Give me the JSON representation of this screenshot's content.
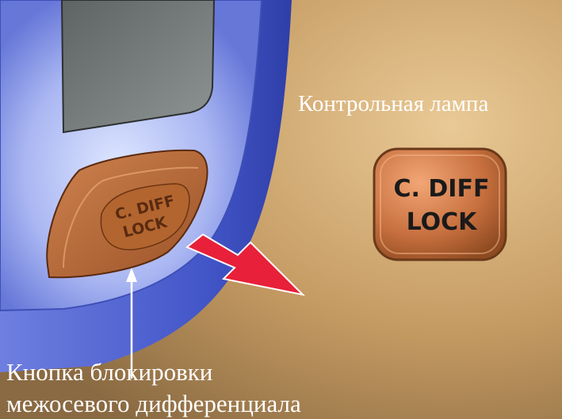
{
  "button": {
    "line1": "C. DIFF",
    "line2": "LOCK"
  },
  "lamp": {
    "line1": "C. DIFF",
    "line2": "LOCK"
  },
  "labels": {
    "lamp_label": "Контрольная лампа",
    "button_label_line1": "Кнопка блокировки",
    "button_label_line2": "межосевого дифференциала"
  },
  "colors": {
    "background": "#b8915c",
    "panel": "#4a5dcc",
    "button": "#b86a3a",
    "arrow": "#e8203a",
    "label_text": "#ffffff"
  }
}
